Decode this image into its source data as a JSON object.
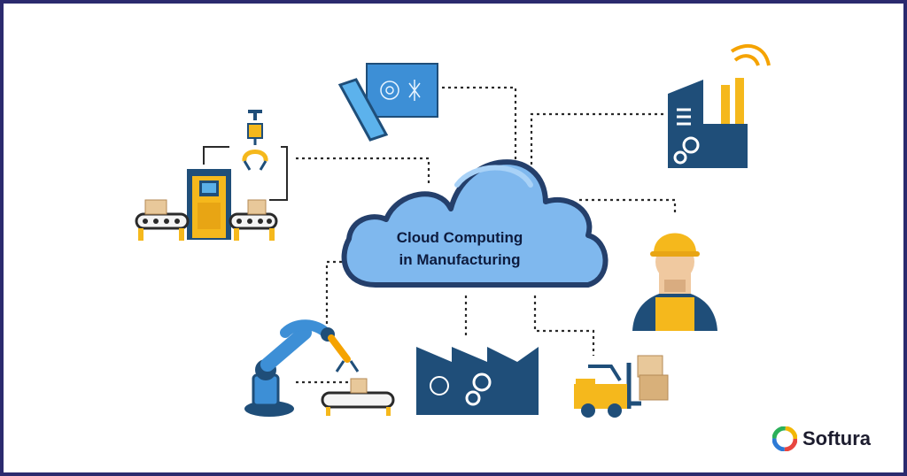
{
  "diagram": {
    "center": {
      "line1": "Cloud Computing",
      "line2": "in Manufacturing"
    },
    "nodes": [
      "robotic-assembly-line",
      "design-blueprint",
      "smart-factory",
      "factory-worker",
      "robot-arm",
      "factory",
      "forklift"
    ]
  },
  "brand": {
    "name": "Softura"
  },
  "colors": {
    "frame": "#2b2a6e",
    "cloud": "#7fb8ee",
    "cloud_outline": "#243f6b",
    "navy": "#1f4e79",
    "yellow": "#f5b81c",
    "connector": "#2a2a2a"
  }
}
